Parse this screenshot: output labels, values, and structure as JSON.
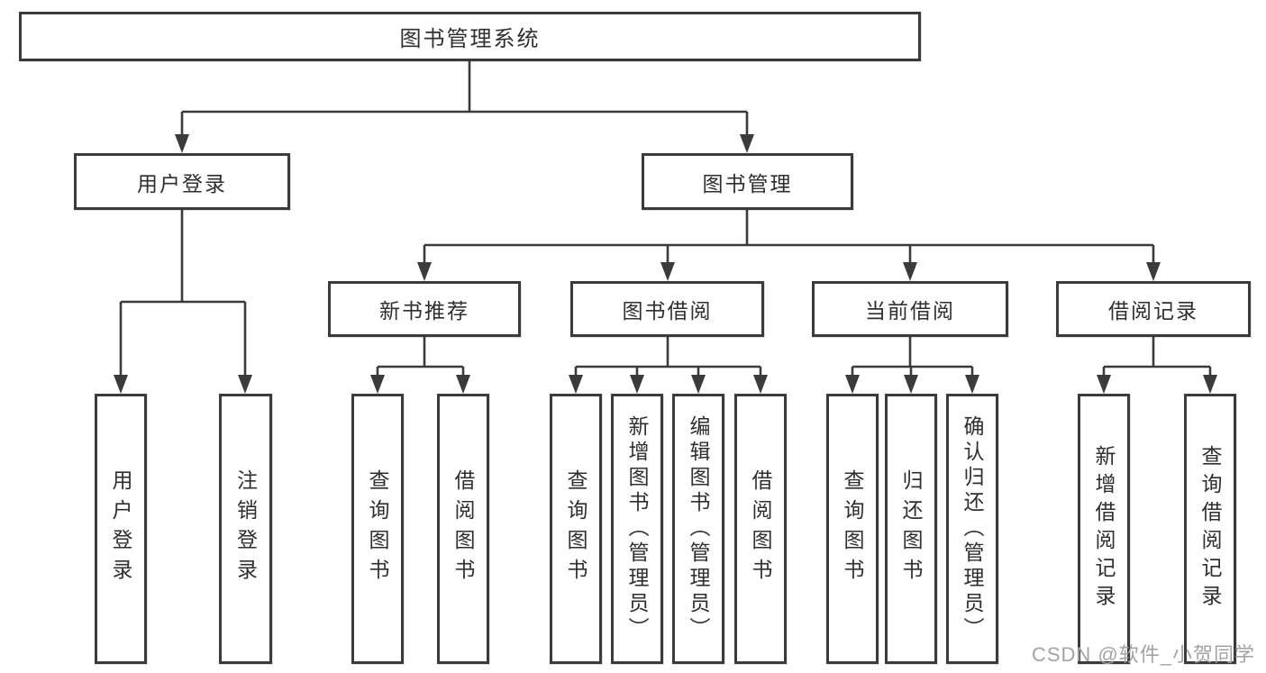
{
  "diagram_title": "图书管理系统",
  "tree": {
    "label": "图书管理系统",
    "children": [
      {
        "label": "用户登录",
        "children": [
          {
            "label": "用户登录"
          },
          {
            "label": "注销登录"
          }
        ]
      },
      {
        "label": "图书管理",
        "children": [
          {
            "label": "新书推荐",
            "children": [
              {
                "label": "查询图书"
              },
              {
                "label": "借阅图书"
              }
            ]
          },
          {
            "label": "图书借阅",
            "children": [
              {
                "label": "查询图书"
              },
              {
                "label": "新增图书（管理员）"
              },
              {
                "label": "编辑图书（管理员）"
              },
              {
                "label": "借阅图书"
              }
            ]
          },
          {
            "label": "当前借阅",
            "children": [
              {
                "label": "查询图书"
              },
              {
                "label": "归还图书"
              },
              {
                "label": "确认归还（管理员）"
              }
            ]
          },
          {
            "label": "借阅记录",
            "children": [
              {
                "label": "新增借阅记录"
              },
              {
                "label": "查询借阅记录"
              }
            ]
          }
        ]
      }
    ]
  },
  "watermark": "CSDN @软件_小贺同学",
  "colors": {
    "line": "#3b3b3b",
    "text": "#2f2f2f",
    "box_bg": "#ffffff",
    "page_bg": "#ffffff",
    "watermark": "#a3a3a3"
  }
}
